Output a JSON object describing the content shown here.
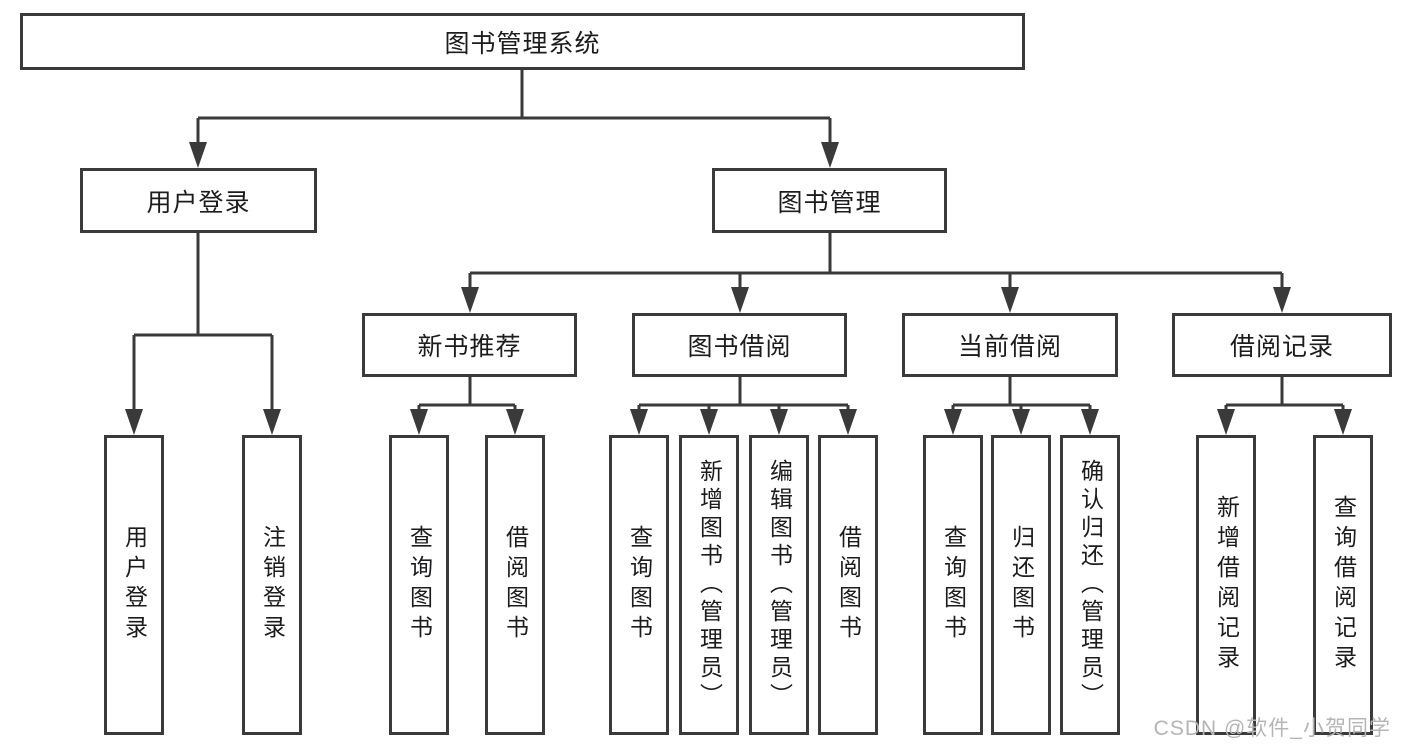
{
  "diagram": {
    "type": "tree",
    "orientation": "top-down"
  },
  "tree": {
    "label": "图书管理系统",
    "children": [
      {
        "label": "用户登录",
        "children": [
          {
            "label": "用户登录"
          },
          {
            "label": "注销登录"
          }
        ]
      },
      {
        "label": "图书管理",
        "children": [
          {
            "label": "新书推荐",
            "children": [
              {
                "label": "查询图书"
              },
              {
                "label": "借阅图书"
              }
            ]
          },
          {
            "label": "图书借阅",
            "children": [
              {
                "label": "查询图书"
              },
              {
                "label": "新增图书（管理员）"
              },
              {
                "label": "编辑图书（管理员）"
              },
              {
                "label": "借阅图书"
              }
            ]
          },
          {
            "label": "当前借阅",
            "children": [
              {
                "label": "查询图书"
              },
              {
                "label": "归还图书"
              },
              {
                "label": "确认归还（管理员）"
              }
            ]
          },
          {
            "label": "借阅记录",
            "children": [
              {
                "label": "新增借阅记录"
              },
              {
                "label": "查询借阅记录"
              }
            ]
          }
        ]
      }
    ]
  },
  "watermark": {
    "text": "CSDN @软件_小贺同学"
  },
  "colors": {
    "line": "#3a3a3a",
    "text": "#1c1c1e",
    "box_background": "#ffffff",
    "page_background": "#ffffff",
    "watermark": "#b5b5b5"
  }
}
